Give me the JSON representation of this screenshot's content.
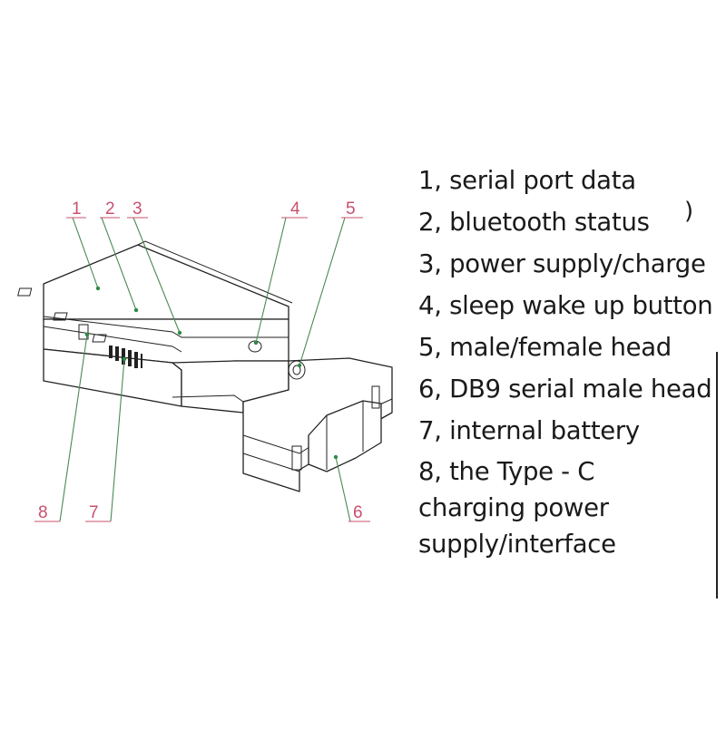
{
  "callouts": [
    {
      "id": "1",
      "label": "1"
    },
    {
      "id": "2",
      "label": "2"
    },
    {
      "id": "3",
      "label": "3"
    },
    {
      "id": "4",
      "label": "4"
    },
    {
      "id": "5",
      "label": "5"
    },
    {
      "id": "6",
      "label": "6"
    },
    {
      "id": "7",
      "label": "7"
    },
    {
      "id": "8",
      "label": "8"
    }
  ],
  "legend": {
    "items": [
      {
        "text": "1, serial port data"
      },
      {
        "text": "2, bluetooth status"
      },
      {
        "text": "3, power supply/charge"
      },
      {
        "text": "4, sleep wake up button"
      },
      {
        "text": "5, male/female head"
      },
      {
        "text": "6, DB9 serial male head"
      },
      {
        "text": "7, internal battery"
      },
      {
        "text": "8, the Type - C charging power supply/interface"
      }
    ],
    "stray_bracket": ")"
  },
  "colors": {
    "callout_number": "#c8506e",
    "leader_line": "#4a8a52",
    "marker_dot": "#2f8a43",
    "outline": "#222222",
    "legend_text": "#1a1a1a"
  }
}
